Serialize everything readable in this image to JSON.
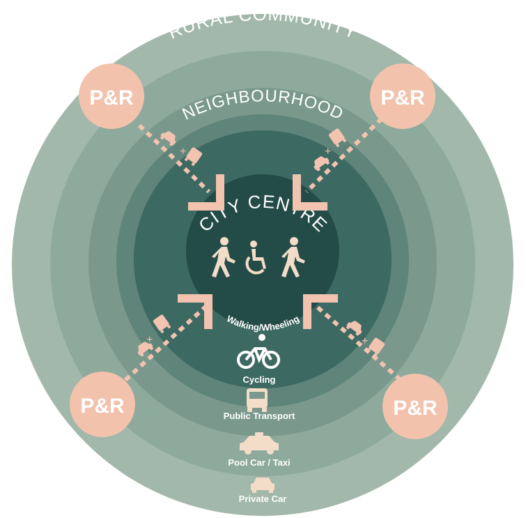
{
  "rings": {
    "rural": "RURAL COMMUNITY",
    "neighbourhood": "NEIGHBOURHOOD",
    "centre": "CITY CENTRE"
  },
  "park_and_ride": {
    "top_left": "P&R",
    "top_right": "P&R",
    "bottom_left": "P&R",
    "bottom_right": "P&R"
  },
  "modes": {
    "walking": "Walking/Wheeling",
    "cycling": "Cycling",
    "public_transport": "Public Transport",
    "pool_car": "Pool Car / Taxi",
    "private_car": "Private Car"
  },
  "icons": {
    "walking": [
      "walking-person-icon",
      "wheelchair-icon",
      "walking-person-icon"
    ],
    "cycling": "cyclist-icon",
    "public_transport": "bus-icon",
    "pool_car": "taxi-icon",
    "private_car": "car-icon",
    "arrow_connectors": [
      "car-icon",
      "plus-icon",
      "bus-icon"
    ]
  },
  "colors": {
    "ring_outer": "#a2b8aa",
    "ring_2": "#8eaa9c",
    "ring_3": "#7a998c",
    "ring_4": "#5f8479",
    "ring_5": "#3d6963",
    "ring_inner": "#234c48",
    "accent": "#f2c4b0",
    "pr_circle": "#f2c2ad",
    "text": "#ffffff"
  }
}
